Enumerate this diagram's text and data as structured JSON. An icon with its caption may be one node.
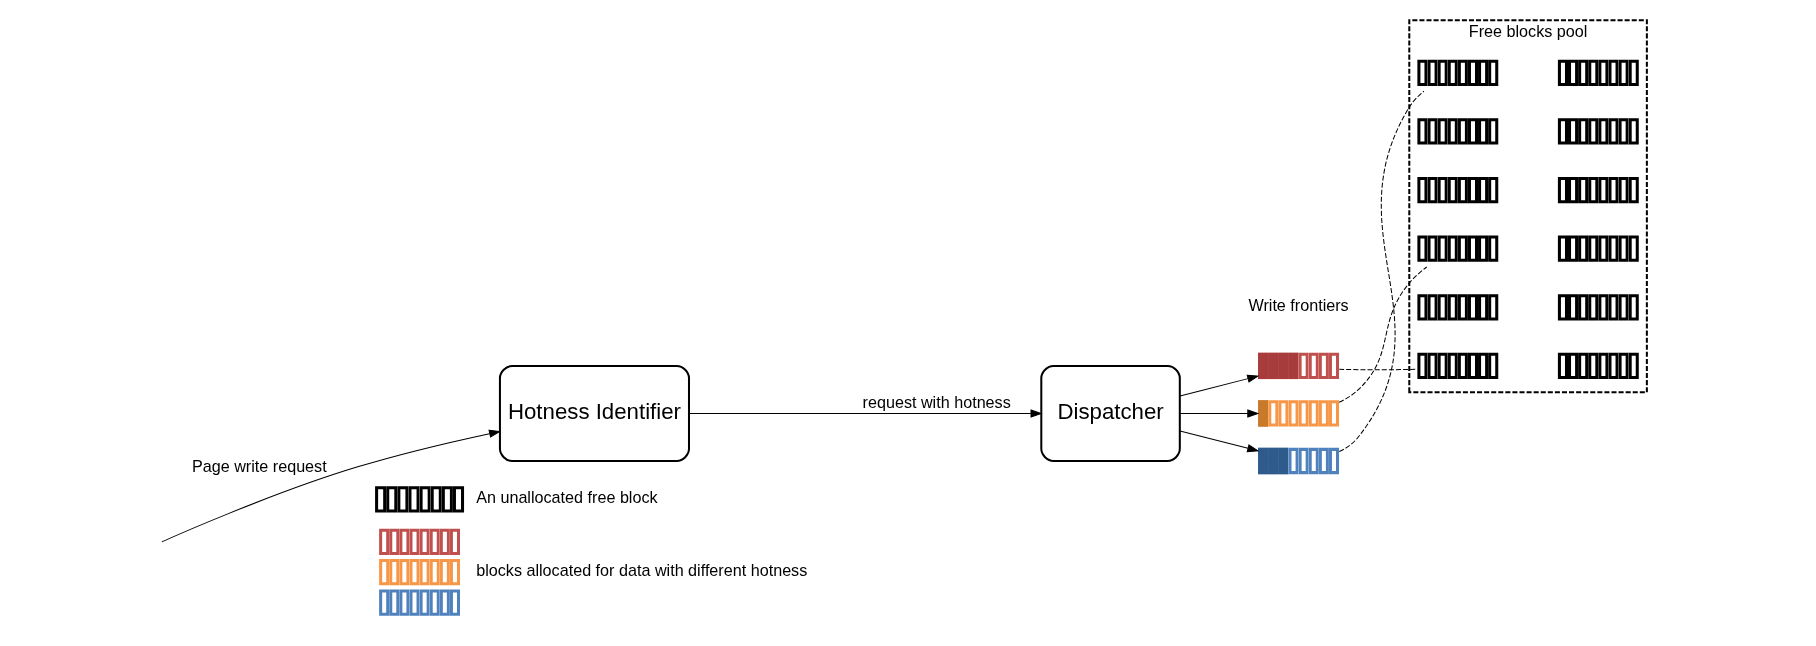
{
  "diagram": {
    "nodes": [
      {
        "text": [
          "Hotness Identifier"
        ]
      },
      {
        "text": [
          "Dispatcher"
        ]
      },
      {
        "text": [],
        "shape": "bar"
      },
      {
        "text": [],
        "shape": "bar"
      },
      {
        "text": [],
        "shape": "bar"
      },
      {
        "text": [
          "Free blocks pool"
        ]
      },
      {
        "text": [],
        "shape": "bar",
        "in": 5
      },
      {
        "text": [],
        "shape": "bar",
        "in": 5
      },
      {
        "text": [],
        "shape": "bar",
        "in": 5
      },
      {
        "text": [],
        "shape": "bar",
        "in": 5
      },
      {
        "text": [],
        "shape": "bar",
        "in": 5
      },
      {
        "text": [],
        "shape": "bar",
        "in": 5
      },
      {
        "text": [],
        "shape": "bar",
        "in": 5
      },
      {
        "text": [],
        "shape": "bar",
        "in": 5
      },
      {
        "text": [],
        "shape": "bar",
        "in": 5
      },
      {
        "text": [],
        "shape": "bar",
        "in": 5
      },
      {
        "text": [],
        "shape": "bar",
        "in": 5
      },
      {
        "text": [],
        "shape": "bar",
        "in": 5
      }
    ],
    "edges": [
      {
        "from": null,
        "to": 0,
        "arrow": "to",
        "label": "Page write request"
      },
      {
        "from": 0,
        "to": 1,
        "arrow": "to",
        "label": "request with hotness"
      },
      {
        "from": 1,
        "to": 2,
        "arrow": "to"
      },
      {
        "from": 1,
        "to": 3,
        "arrow": "to"
      },
      {
        "from": 1,
        "to": 4,
        "arrow": "to"
      },
      {
        "from": 2,
        "to": 6,
        "arrow": "none",
        "style": "dashed"
      },
      {
        "from": 3,
        "to": 10,
        "arrow": "none",
        "style": "dashed"
      },
      {
        "from": 4,
        "to": 16,
        "arrow": "none",
        "style": "dashed"
      }
    ],
    "labels": [
      "Write frontiers"
    ],
    "legend": [
      {
        "text": "An unallocated free block"
      },
      {
        "text": "blocks allocated for data with different hotness"
      }
    ]
  }
}
